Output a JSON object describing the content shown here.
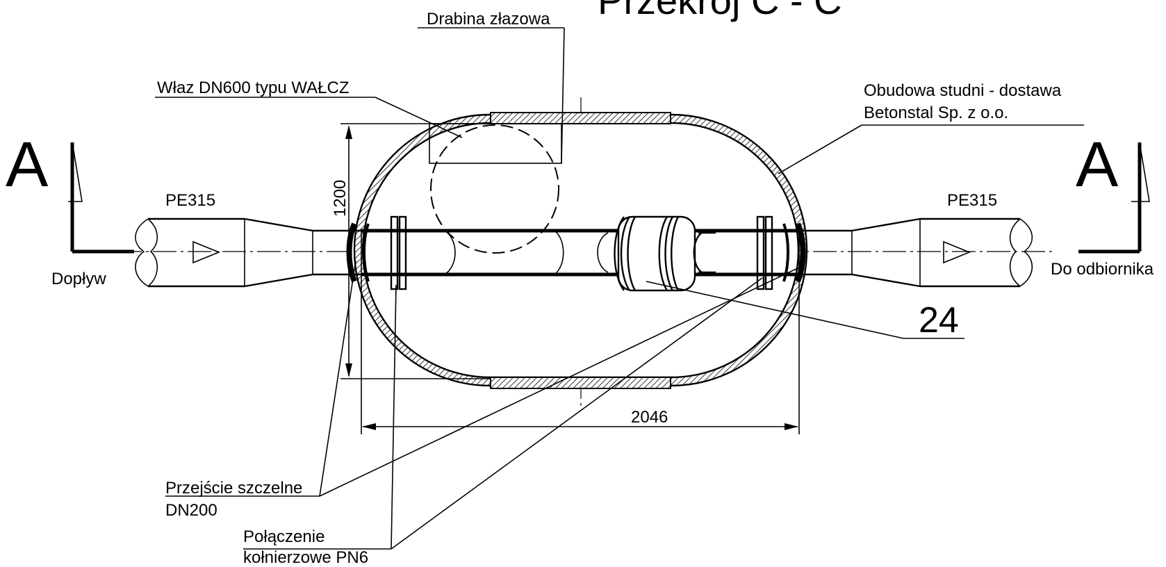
{
  "title": "Przekrój C - C",
  "section_marks": {
    "left": "A",
    "right": "A"
  },
  "labels": {
    "ladder": "Drabina złazowa",
    "hatch": "Właz DN600 typu WAŁCZ",
    "housing_line1": "Obudowa studni - dostawa",
    "housing_line2": "Betonstal Sp. z o.o.",
    "pipe_left": "PE315",
    "pipe_right": "PE315",
    "inflow": "Dopływ",
    "outflow": "Do odbiornika",
    "item_number": "24",
    "passage_line1": "Przejście szczelne",
    "passage_line2": "DN200",
    "flange_line1": "Połączenie",
    "flange_line2": "kołnierzowe PN6"
  },
  "dimensions": {
    "height": "1200",
    "width": "2046"
  }
}
